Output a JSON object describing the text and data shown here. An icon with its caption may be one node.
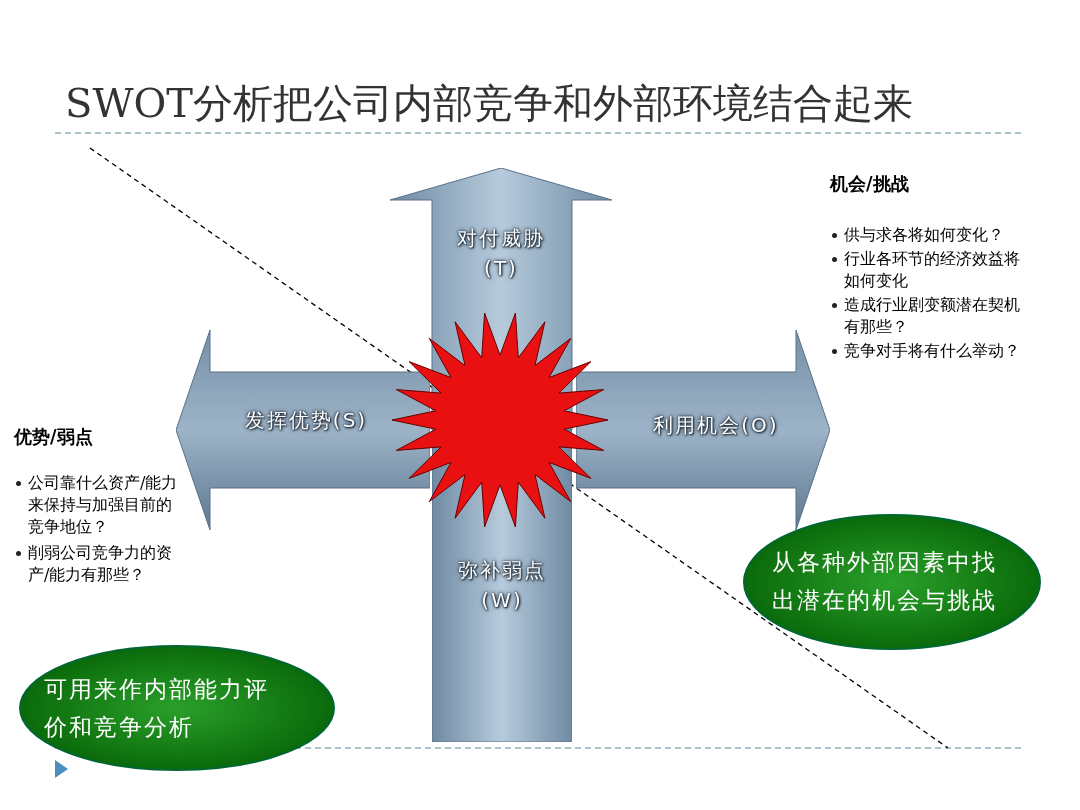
{
  "diagram": {
    "title": "SWOT分析把公司内部竞争和外部环境结合起来",
    "nodes": [
      {
        "text": [
          "对付威胁",
          "(T)"
        ]
      },
      {
        "text": [
          "发挥优势(S)"
        ]
      },
      {
        "text": [
          "利用机会(O)"
        ]
      },
      {
        "text": [
          "弥补弱点",
          "(W)"
        ]
      },
      {
        "text": [],
        "shape": "star"
      },
      {
        "text": [
          "从各种外部因素中找出潜在的机会与挑战"
        ]
      },
      {
        "text": [
          "可用来作内部能力评价和竞争分析"
        ]
      }
    ],
    "edges": [],
    "labels": [
      "机会/挑战",
      "供与求各将如何变化？",
      "行业各环节的经济效益将如何变化",
      "造成行业剧变额潜在契机有那些？",
      "竞争对手将有什么举动？",
      "优势/弱点",
      "公司靠什么资产/能力来保持与加强目前的竞争地位？",
      "削弱公司竞争力的资产/能力有那些？"
    ]
  }
}
